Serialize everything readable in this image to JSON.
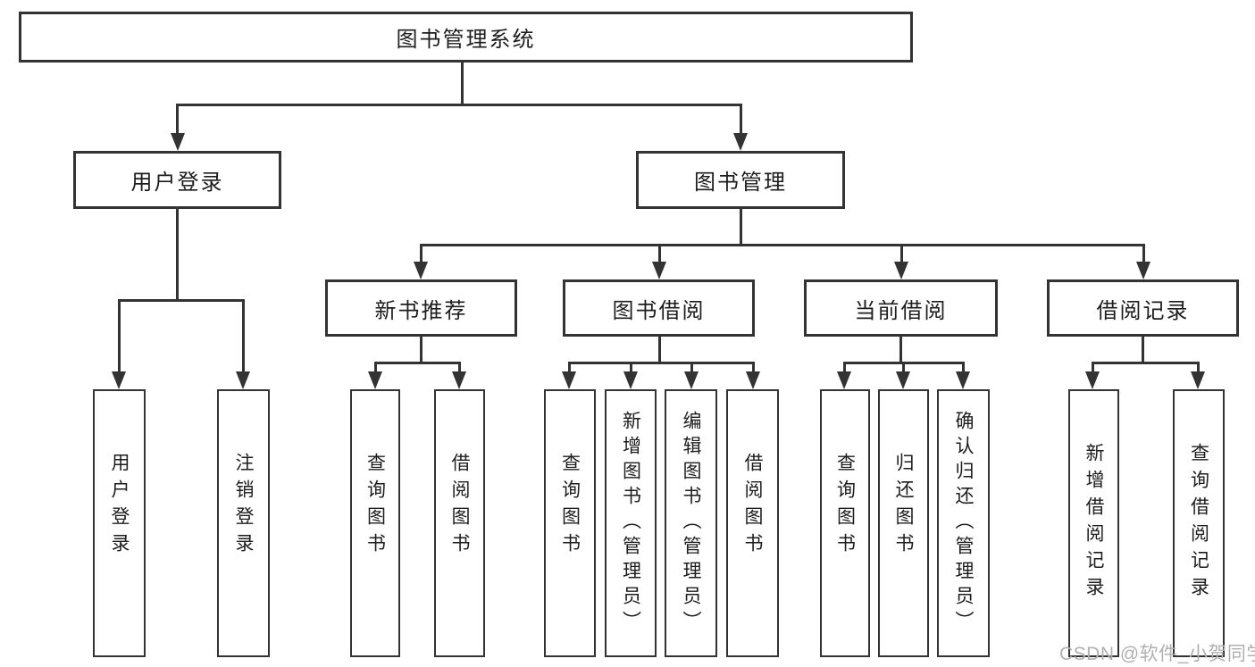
{
  "diagram": {
    "root_label": "图书管理系统",
    "user_login": {
      "label": "用户登录",
      "children": [
        "用户登录",
        "注销登录"
      ]
    },
    "book_management": {
      "label": "图书管理"
    },
    "modules": [
      {
        "label": "新书推荐",
        "children": [
          "查询图书",
          "借阅图书"
        ]
      },
      {
        "label": "图书借阅",
        "children": [
          "查询图书",
          "新增图书（管理员）",
          "编辑图书（管理员）",
          "借阅图书"
        ]
      },
      {
        "label": "当前借阅",
        "children": [
          "查询图书",
          "归还图书",
          "确认归还（管理员）"
        ]
      },
      {
        "label": "借阅记录",
        "children": [
          "新增借阅记录",
          "查询借阅记录"
        ]
      }
    ]
  },
  "watermark": {
    "text": "CSDN @软件_小贺同学",
    "color": "#b0b0b0"
  },
  "colors": {
    "line": "#333333",
    "node_border": "#333333",
    "text": "#1d1d1d",
    "background": "#ffffff"
  }
}
